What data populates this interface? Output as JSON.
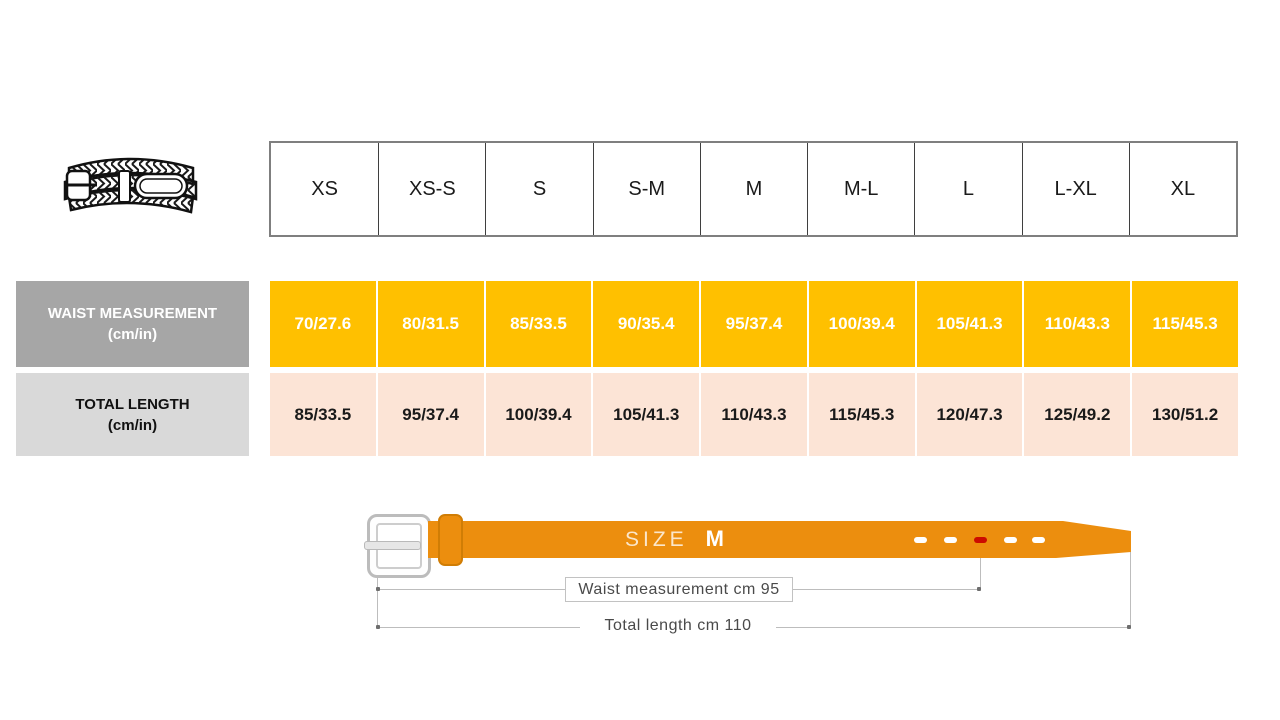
{
  "header": {
    "sizes": [
      "XS",
      "XS-S",
      "S",
      "S-M",
      "M",
      "M-L",
      "L",
      "L-XL",
      "XL"
    ]
  },
  "rows": {
    "waist": {
      "label": "WAIST MEASUREMENT",
      "unit": "(cm/in)",
      "values": [
        "70/27.6",
        "80/31.5",
        "85/33.5",
        "90/35.4",
        "95/37.4",
        "100/39.4",
        "105/41.3",
        "110/43.3",
        "115/45.3"
      ]
    },
    "length": {
      "label": "TOTAL LENGTH",
      "unit": "(cm/in)",
      "values": [
        "85/33.5",
        "95/37.4",
        "100/39.4",
        "105/41.3",
        "110/43.3",
        "115/45.3",
        "120/47.3",
        "125/49.2",
        "130/51.2"
      ]
    }
  },
  "diagram": {
    "size_label": "SIZE",
    "size_value": "M",
    "waist_annotation": "Waist measurement cm 95",
    "length_annotation": "Total length cm 110",
    "holes": [
      "white",
      "white",
      "red",
      "white",
      "white"
    ]
  },
  "icons": {
    "belt_illustration": "braided-belt-icon"
  },
  "colors": {
    "waist_row_bg": "#FFC000",
    "length_row_bg": "#FCE4D6",
    "waist_label_bg": "#A6A6A6",
    "length_label_bg": "#D9D9D9",
    "belt": "#EC8E0E",
    "hole_white": "#FFFFFF",
    "hole_red": "#CC0B00"
  }
}
